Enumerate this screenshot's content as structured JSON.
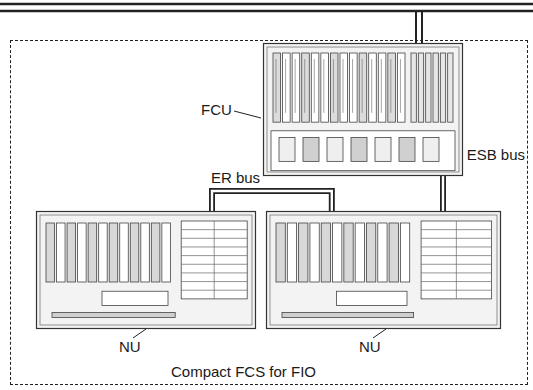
{
  "diagram": {
    "nodes": [
      {
        "text": [
          "Compact FCS for FIO"
        ]
      },
      {
        "text": [
          "FCU"
        ],
        "in": 0
      },
      {
        "text": [
          "NU"
        ],
        "in": 0
      },
      {
        "text": [
          "NU"
        ],
        "in": 0
      }
    ],
    "edges": [
      {
        "from": 2,
        "to": 3,
        "label": "ER bus",
        "arrow": "none"
      },
      {
        "from": 1,
        "to": 3,
        "label": "ESB bus",
        "arrow": "none"
      }
    ]
  }
}
